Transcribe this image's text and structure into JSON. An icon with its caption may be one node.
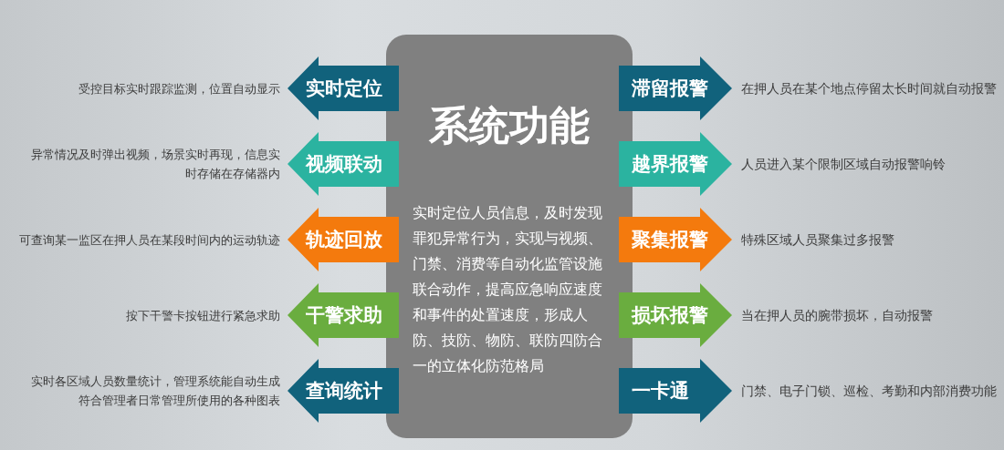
{
  "diagram": {
    "nodes": [
      {
        "text": [
          "系统功能",
          "实时定位人员信息，及时发现罪犯异常行为，实现与视频、门禁、消费等自动化监管设施联合动作，提高应急响应速度和事件的处置速度，形成人防、技防、物防、联防四防合一的立体化防范格局"
        ]
      },
      {
        "text": [
          "实时定位"
        ],
        "beside": [
          "受控目标实时跟踪监测，位置自动显示"
        ]
      },
      {
        "text": [
          "视频联动"
        ],
        "beside": [
          "异常情况及时弹出视频，场景实时再现，信息实时存储在存储器内"
        ]
      },
      {
        "text": [
          "轨迹回放"
        ],
        "beside": [
          "可查询某一监区在押人员在某段时间内的运动轨迹"
        ]
      },
      {
        "text": [
          "干警求助"
        ],
        "beside": [
          "按下干警卡按钮进行紧急求助"
        ]
      },
      {
        "text": [
          "查询统计"
        ],
        "beside": [
          "实时各区域人员数量统计，管理系统能自动生成符合管理者日常管理所使用的各种图表"
        ]
      },
      {
        "text": [
          "滞留报警"
        ],
        "beside": [
          "在押人员在某个地点停留太长时间就自动报警"
        ]
      },
      {
        "text": [
          "越界报警"
        ],
        "beside": [
          "人员进入某个限制区域自动报警响铃"
        ]
      },
      {
        "text": [
          "聚集报警"
        ],
        "beside": [
          "特殊区域人员聚集过多报警"
        ]
      },
      {
        "text": [
          "损坏报警"
        ],
        "beside": [
          "当在押人员的腕带损坏，自动报警"
        ]
      },
      {
        "text": [
          "一卡通"
        ],
        "beside": [
          "门禁、电子门锁、巡检、考勤和内部消费功能"
        ]
      }
    ]
  }
}
